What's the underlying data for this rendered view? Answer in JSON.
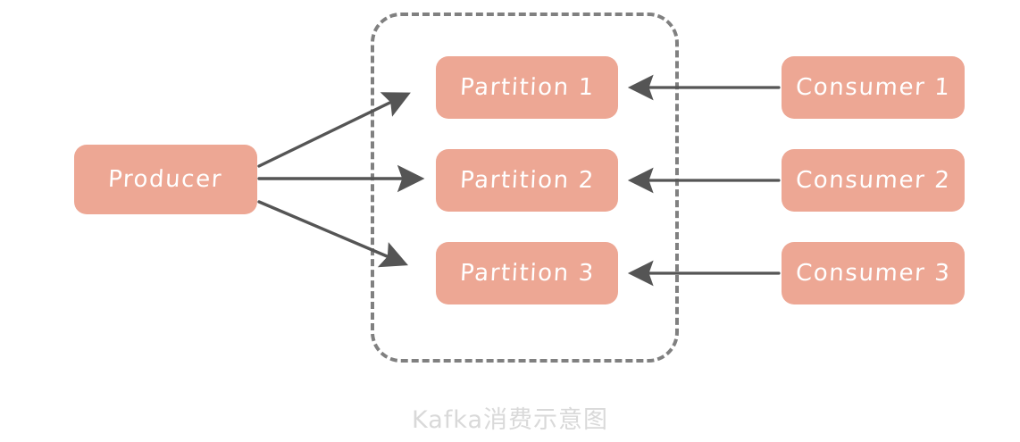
{
  "diagram": {
    "caption": "Kafka消费示意图",
    "colors": {
      "node_fill": "#eda794",
      "node_text": "#ffffff",
      "arrow": "#555555",
      "cluster_border": "#808080",
      "caption_text": "#d9d9d9",
      "background": "#ffffff"
    },
    "producer": {
      "label": "Producer"
    },
    "cluster": {
      "border_style": "dashed",
      "label": ""
    },
    "partitions": [
      {
        "label": "Partition 1"
      },
      {
        "label": "Partition 2"
      },
      {
        "label": "Partition 3"
      }
    ],
    "consumers": [
      {
        "label": "Consumer 1"
      },
      {
        "label": "Consumer 2"
      },
      {
        "label": "Consumer 3"
      }
    ],
    "edges": [
      {
        "from": "Producer",
        "to": "Partition 1",
        "direction": "right"
      },
      {
        "from": "Producer",
        "to": "Partition 2",
        "direction": "right"
      },
      {
        "from": "Producer",
        "to": "Partition 3",
        "direction": "right"
      },
      {
        "from": "Consumer 1",
        "to": "Partition 1",
        "direction": "left"
      },
      {
        "from": "Consumer 2",
        "to": "Partition 2",
        "direction": "left"
      },
      {
        "from": "Consumer 3",
        "to": "Partition 3",
        "direction": "left"
      }
    ]
  }
}
